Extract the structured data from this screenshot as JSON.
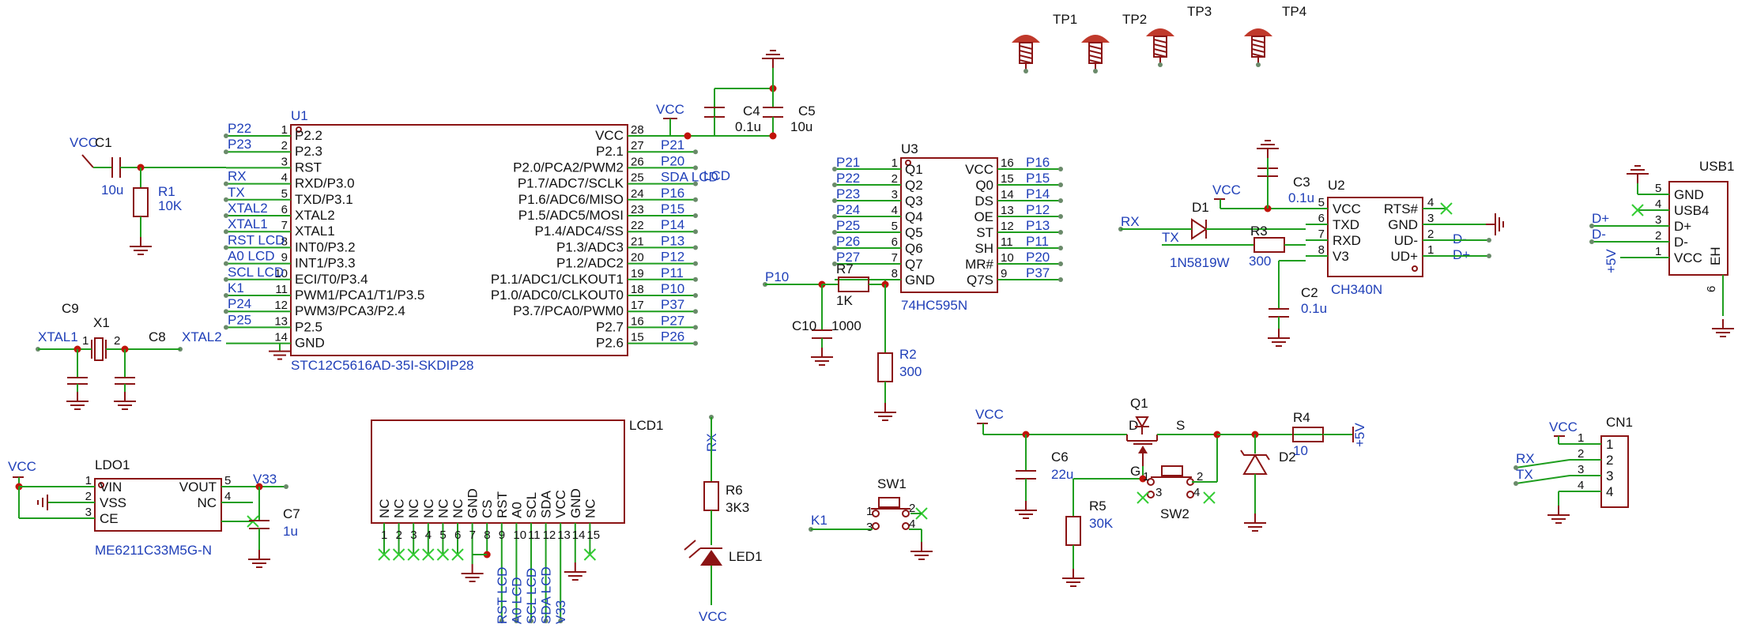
{
  "u1": {
    "ref": "U1",
    "part": "STC12C5616AD-35I-SKDIP28",
    "left_pins": [
      {
        "num": "1",
        "name": "P2.2",
        "net": "P22"
      },
      {
        "num": "2",
        "name": "P2.3",
        "net": "P23"
      },
      {
        "num": "3",
        "name": "RST",
        "net": ""
      },
      {
        "num": "4",
        "name": "RXD/P3.0",
        "net": "RX"
      },
      {
        "num": "5",
        "name": "TXD/P3.1",
        "net": "TX"
      },
      {
        "num": "6",
        "name": "XTAL2",
        "net": "XTAL2"
      },
      {
        "num": "7",
        "name": "XTAL1",
        "net": "XTAL1"
      },
      {
        "num": "8",
        "name": "INT0/P3.2",
        "net": "RST_LCD"
      },
      {
        "num": "9",
        "name": "INT1/P3.3",
        "net": "A0_LCD"
      },
      {
        "num": "10",
        "name": "ECI/T0/P3.4",
        "net": "SCL_LCD"
      },
      {
        "num": "11",
        "name": "PWM1/PCA1/T1/P3.5",
        "net": "K1"
      },
      {
        "num": "12",
        "name": "PWM3/PCA3/P2.4",
        "net": "P24"
      },
      {
        "num": "13",
        "name": "P2.5",
        "net": "P25"
      },
      {
        "num": "14",
        "name": "GND",
        "net": ""
      }
    ],
    "right_pins": [
      {
        "num": "28",
        "name": "VCC",
        "net": ""
      },
      {
        "num": "27",
        "name": "P2.1",
        "net": "P21"
      },
      {
        "num": "26",
        "name": "P2.0/PCA2/PWM2",
        "net": "P20"
      },
      {
        "num": "25",
        "name": "P1.7/ADC7/SCLK",
        "net": "SDA_LCD"
      },
      {
        "num": "24",
        "name": "P1.6/ADC6/MISO",
        "net": "P16"
      },
      {
        "num": "23",
        "name": "P1.5/ADC5/MOSI",
        "net": "P15"
      },
      {
        "num": "22",
        "name": "P1.4/ADC4/SS",
        "net": "P14"
      },
      {
        "num": "21",
        "name": "P1.3/ADC3",
        "net": "P13"
      },
      {
        "num": "20",
        "name": "P1.2/ADC2",
        "net": "P12"
      },
      {
        "num": "19",
        "name": "P1.1/ADC1/CLKOUT1",
        "net": "P11"
      },
      {
        "num": "18",
        "name": "P1.0/ADC0/CLKOUT0",
        "net": "P10"
      },
      {
        "num": "17",
        "name": "P3.7/PCA0/PWM0",
        "net": "P37"
      },
      {
        "num": "16",
        "name": "P2.7",
        "net": "P27"
      },
      {
        "num": "15",
        "name": "P2.6",
        "net": "P26"
      }
    ]
  },
  "u3": {
    "ref": "U3",
    "part": "74HC595N",
    "left_pins": [
      {
        "num": "1",
        "name": "Q1",
        "net": "P21"
      },
      {
        "num": "2",
        "name": "Q2",
        "net": "P22"
      },
      {
        "num": "3",
        "name": "Q3",
        "net": "P23"
      },
      {
        "num": "4",
        "name": "Q4",
        "net": "P24"
      },
      {
        "num": "5",
        "name": "Q5",
        "net": "P25"
      },
      {
        "num": "6",
        "name": "Q6",
        "net": "P26"
      },
      {
        "num": "7",
        "name": "Q7",
        "net": "P27"
      },
      {
        "num": "8",
        "name": "GND",
        "net": ""
      }
    ],
    "right_pins": [
      {
        "num": "16",
        "name": "VCC",
        "net": "P16"
      },
      {
        "num": "15",
        "name": "Q0",
        "net": "P15"
      },
      {
        "num": "14",
        "name": "DS",
        "net": "P14"
      },
      {
        "num": "13",
        "name": "OE",
        "net": "P12"
      },
      {
        "num": "12",
        "name": "ST",
        "net": "P13"
      },
      {
        "num": "11",
        "name": "SH",
        "net": "P11"
      },
      {
        "num": "10",
        "name": "MR#",
        "net": "P20"
      },
      {
        "num": "9",
        "name": "Q7S",
        "net": "P37"
      }
    ]
  },
  "u2": {
    "ref": "U2",
    "part": "CH340N",
    "left_pins": [
      {
        "num": "5",
        "name": "VCC"
      },
      {
        "num": "6",
        "name": "TXD"
      },
      {
        "num": "7",
        "name": "RXD"
      },
      {
        "num": "8",
        "name": "V3"
      }
    ],
    "right_pins": [
      {
        "num": "4",
        "name": "RTS#"
      },
      {
        "num": "3",
        "name": "GND"
      },
      {
        "num": "2",
        "name": "UD-"
      },
      {
        "num": "1",
        "name": "UD+"
      }
    ],
    "nets": {
      "dminus": "D-",
      "dplus": "D+"
    }
  },
  "usb": {
    "ref": "USB1",
    "pins": [
      {
        "num": "5",
        "name": "GND"
      },
      {
        "num": "4",
        "name": "USB4"
      },
      {
        "num": "3",
        "name": "D+"
      },
      {
        "num": "2",
        "name": "D-"
      },
      {
        "num": "1",
        "name": "VCC"
      }
    ],
    "extra": {
      "num": "6",
      "name": "EH"
    },
    "nets": {
      "dplus": "D+",
      "dminus": "D-",
      "p5v": "+5V"
    }
  },
  "ldo": {
    "ref": "LDO1",
    "part": "ME6211C33M5G-N",
    "left_pins": [
      {
        "num": "1",
        "name": "VIN"
      },
      {
        "num": "2",
        "name": "VSS"
      },
      {
        "num": "3",
        "name": "CE"
      }
    ],
    "right_pins": [
      {
        "num": "5",
        "name": "VOUT"
      },
      {
        "num": "4",
        "name": "NC"
      }
    ],
    "vcc": "VCC",
    "out_net": "V33"
  },
  "lcd": {
    "ref": "LCD1",
    "pins": [
      {
        "num": "1",
        "name": "NC"
      },
      {
        "num": "2",
        "name": "NC"
      },
      {
        "num": "3",
        "name": "NC"
      },
      {
        "num": "4",
        "name": "NC"
      },
      {
        "num": "5",
        "name": "NC"
      },
      {
        "num": "6",
        "name": "NC"
      },
      {
        "num": "7",
        "name": "GND"
      },
      {
        "num": "8",
        "name": "CS"
      },
      {
        "num": "9",
        "name": "RST"
      },
      {
        "num": "10",
        "name": "A0"
      },
      {
        "num": "11",
        "name": "SCL"
      },
      {
        "num": "12",
        "name": "SDA"
      },
      {
        "num": "13",
        "name": "VCC"
      },
      {
        "num": "14",
        "name": "GND"
      },
      {
        "num": "15",
        "name": "NC"
      }
    ],
    "nets": [
      "RST_LCD",
      "A0_LCD",
      "SCL_LCD",
      "SDA_LCD",
      "V33"
    ]
  },
  "cn1": {
    "ref": "CN1",
    "pins": [
      "1",
      "2",
      "3",
      "4"
    ],
    "nets": {
      "vcc": "VCC",
      "rx": "RX",
      "tx": "TX"
    }
  },
  "passives": {
    "c1": {
      "ref": "C1",
      "val": "10u",
      "net": "VCC"
    },
    "r1": {
      "ref": "R1",
      "val": "10K"
    },
    "c9": {
      "ref": "C9"
    },
    "c8": {
      "ref": "C8"
    },
    "x1": {
      "ref": "X1",
      "p1": "1",
      "p2": "2"
    },
    "xtal": {
      "left": "XTAL1",
      "right": "XTAL2"
    },
    "c4": {
      "ref": "C4",
      "val": "0.1u"
    },
    "c5": {
      "ref": "C5",
      "val": "10u"
    },
    "vcc_u1": "VCC",
    "r7": {
      "ref": "R7",
      "val": "1K",
      "net": "P10"
    },
    "c10": {
      "ref": "C10",
      "val": "1000"
    },
    "r2": {
      "ref": "R2",
      "val": "300"
    },
    "c3": {
      "ref": "C3",
      "val": "0.1u"
    },
    "c2": {
      "ref": "C2",
      "val": "0.1u"
    },
    "vcc_u2": "VCC",
    "d1": {
      "ref": "D1",
      "part": "1N5819W",
      "rx": "RX",
      "tx": "TX"
    },
    "r3": {
      "ref": "R3",
      "val": "300"
    },
    "c7": {
      "ref": "C7",
      "val": "1u"
    },
    "r6": {
      "ref": "R6",
      "val": "3K3",
      "net_top": "RX"
    },
    "led1": {
      "ref": "LED1",
      "net_bot": "VCC"
    },
    "sw1": {
      "ref": "SW1",
      "net": "K1",
      "pins": [
        "1",
        "2",
        "3",
        "4"
      ]
    },
    "q1": {
      "ref": "Q1",
      "g": "G",
      "d": "D",
      "s": "S"
    },
    "c6": {
      "ref": "C6",
      "val": "22u",
      "vcc": "VCC"
    },
    "r5": {
      "ref": "R5",
      "val": "30K"
    },
    "sw2": {
      "ref": "SW2",
      "pins": [
        "1",
        "2",
        "3",
        "4"
      ]
    },
    "d2": {
      "ref": "D2"
    },
    "r4": {
      "ref": "R4",
      "val": "10",
      "net": "+5V"
    }
  },
  "test_points": [
    "TP1",
    "TP2",
    "TP3",
    "TP4"
  ]
}
